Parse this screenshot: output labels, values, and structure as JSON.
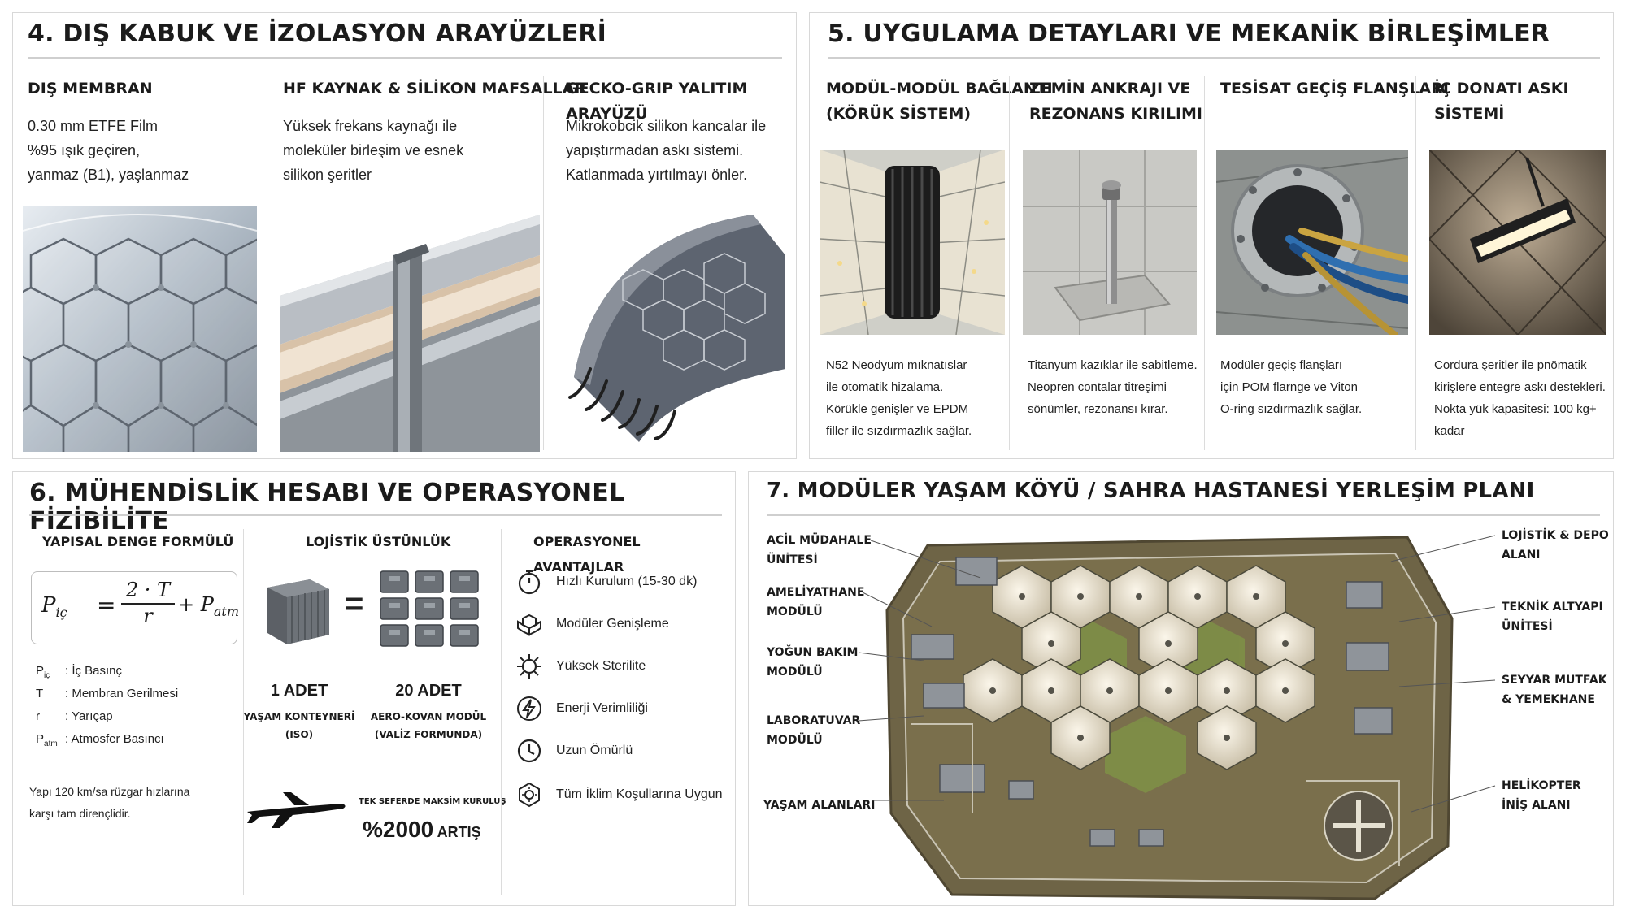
{
  "section4": {
    "title": "4. DIŞ KABUK VE İZOLASYON ARAYÜZLERİ",
    "columns": [
      {
        "heading": "DIŞ MEMBRAN",
        "lines": [
          "0.30 mm ETFE Film",
          "%95 ışık geçiren,",
          "yanmaz (B1), yaşlanmaz"
        ]
      },
      {
        "heading": "HF KAYNAK & SİLİKON MAFSALLAR",
        "lines": [
          "Yüksek frekans kaynağı ile",
          "moleküler birleşim ve esnek",
          "silikon şeritler"
        ]
      },
      {
        "heading": "GECKO-GRIP YALITIM ARAYÜZÜ",
        "lines": [
          "Mikrokobcik silikon kancalar ile",
          "yapıştırmadan askı sistemi.",
          "Katlanmada yırtılmayı önler."
        ]
      }
    ]
  },
  "section5": {
    "title": "5. UYGULAMA DETAYLARI VE MEKANİK BİRLEŞİMLER",
    "columns": [
      {
        "heading_lines": [
          "MODÜL-MODÜL BAĞLANTI",
          "(KÖRÜK SİSTEM)"
        ],
        "lines": [
          "N52 Neodyum mıknatıslar",
          "ile otomatik hizalama.",
          "Körükle genişler ve EPDM",
          "filler ile sızdırmazlık sağlar."
        ]
      },
      {
        "heading_lines": [
          "ZEMİN ANKRAJI VE",
          "REZONANS KIRILIMI"
        ],
        "lines": [
          "Titanyum kazıklar ile sabitleme.",
          "Neopren contalar titreşimi",
          "sönümler, rezonansı kırar."
        ]
      },
      {
        "heading_lines": [
          "TESİSAT GEÇİŞ FLANŞLARI"
        ],
        "lines": [
          "Modüler  geçiş flanşları",
          "için POM flarnge ve Viton",
          "O-ring sızdırmazlık sağlar."
        ]
      },
      {
        "heading_lines": [
          "İÇ DONATI ASKI SİSTEMİ"
        ],
        "lines": [
          "Cordura şeritler ile pnömatik",
          "kirişlere entegre askı destekleri.",
          "Nokta yük kapasitesi: 100 kg+",
          "kadar"
        ]
      }
    ]
  },
  "section6": {
    "title": "6. MÜHENDİSLİK HESABI VE OPERASYONEL FİZİBİLİTE",
    "formula": {
      "heading": "YAPISAL DENGE FORMÜLÜ",
      "lhs_base": "P",
      "lhs_sub": "iç",
      "numerator": "2 · T",
      "denominator": "r",
      "plus_base": "+ P",
      "plus_sub": "atm",
      "legend": [
        {
          "sym": "P",
          "sub": "iç",
          "desc": ": İç Basınç"
        },
        {
          "sym": "T",
          "sub": "",
          "desc": ": Membran Gerilmesi"
        },
        {
          "sym": "r",
          "sub": "",
          "desc": ": Yarıçap"
        },
        {
          "sym": "P",
          "sub": "atm",
          "desc": ": Atmosfer Basıncı"
        }
      ],
      "note_lines": [
        "Yapı 120 km/sa rüzgar hızlarına",
        "karşı tam dirençlidir."
      ]
    },
    "logistics": {
      "heading": "LOJİSTİK ÜSTÜNLÜK",
      "equals": "=",
      "left_count": "1 ADET",
      "left_label_lines": [
        "YAŞAM KONTEYNERİ",
        "(ISO)"
      ],
      "right_count": "20 ADET",
      "right_label_lines": [
        "AERO-KOVAN MODÜL",
        "(VALİZ FORMUNDA)"
      ],
      "flight_label": "TEK SEFERDE MAKSİM KURULUŞ",
      "increase_value": "%2000",
      "increase_word": "ARTIŞ"
    },
    "operations": {
      "heading": "OPERASYONEL AVANTAJLAR",
      "items": [
        {
          "icon": "stopwatch-icon",
          "label": "Hızlı Kurulum (15-30 dk)"
        },
        {
          "icon": "expand-icon",
          "label": "Modüler Genişleme"
        },
        {
          "icon": "virus-icon",
          "label": "Yüksek Sterilite"
        },
        {
          "icon": "bolt-icon",
          "label": "Enerji Verimliliği"
        },
        {
          "icon": "clock-icon",
          "label": "Uzun Ömürlü"
        },
        {
          "icon": "climate-icon",
          "label": "Tüm İklim Koşullarına Uygun"
        }
      ]
    }
  },
  "section7": {
    "title": "7. MODÜLER YAŞAM KÖYÜ / SAHRA HASTANESİ YERLEŞİM PLANI",
    "left_labels": [
      [
        "ACİL MÜDAHALE",
        "ÜNİTESİ"
      ],
      [
        "AMELİYATHANE",
        "MODÜLÜ"
      ],
      [
        "YOĞUN BAKIM",
        "MODÜLÜ"
      ],
      [
        "LABORATUVAR",
        "MODÜLÜ"
      ],
      [
        "YAŞAM ALANLARI"
      ]
    ],
    "right_labels": [
      [
        "LOJİSTİK & DEPO",
        "ALANI"
      ],
      [
        "TEKNİK ALTYAPI",
        "ÜNİTESİ"
      ],
      [
        "SEYYAR MUTFAK",
        "& YEMEKHANE"
      ],
      [
        "HELİKOPTER",
        "İNİŞ ALANI"
      ]
    ]
  },
  "colors": {
    "heading": "#1b1b1b",
    "ground": "#6e6446",
    "dome": "#ece6d8",
    "lawn": "#7e8f47",
    "frame_border": "#d8d8d8"
  }
}
